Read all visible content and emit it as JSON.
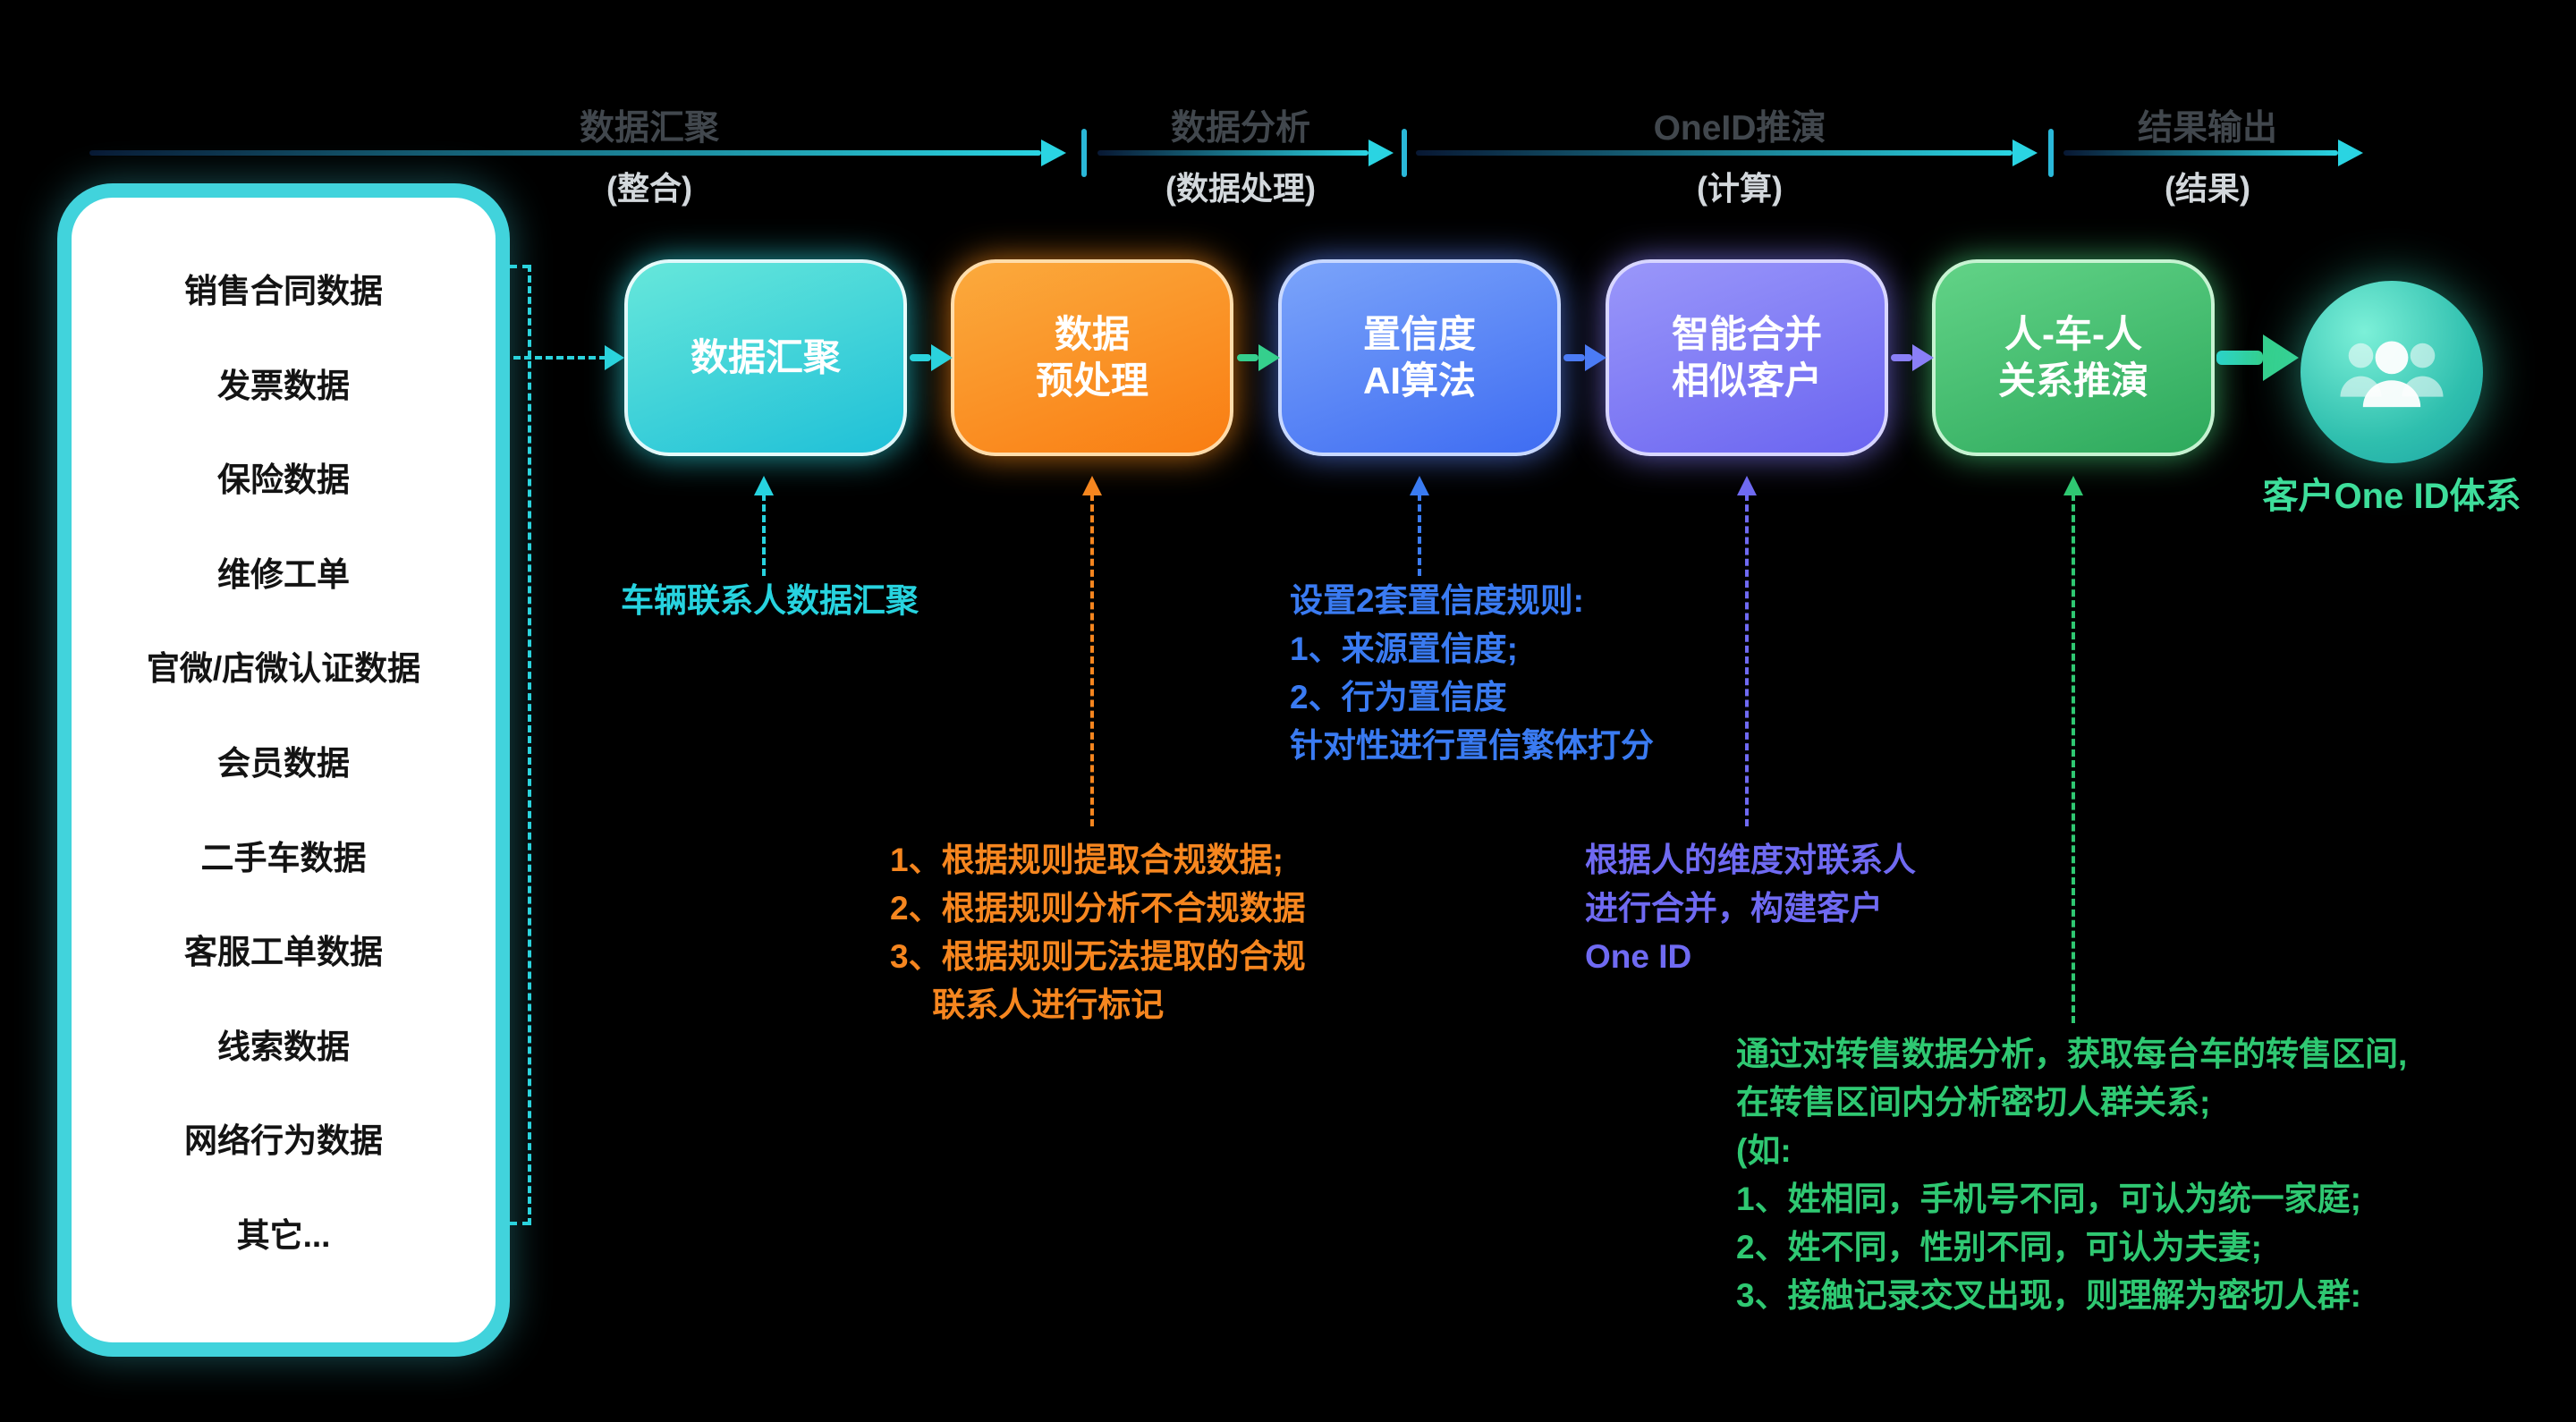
{
  "phases": [
    {
      "title": "数据汇聚",
      "subtitle": "(整合)"
    },
    {
      "title": "数据分析",
      "subtitle": "(数据处理)"
    },
    {
      "title": "OneID推演",
      "subtitle": "(计算)"
    },
    {
      "title": "结果输出",
      "subtitle": "(结果)"
    }
  ],
  "source_panel": {
    "items": [
      "销售合同数据",
      "发票数据",
      "保险数据",
      "维修工单",
      "官微/店微认证数据",
      "会员数据",
      "二手车数据",
      "客服工单数据",
      "线索数据",
      "网络行为数据",
      "其它..."
    ]
  },
  "flow_steps": [
    {
      "name": "数据汇聚",
      "lines": [
        "数据汇聚"
      ]
    },
    {
      "name": "数据预处理",
      "lines": [
        "数据",
        "预处理"
      ]
    },
    {
      "name": "置信度AI算法",
      "lines": [
        "置信度",
        "AI算法"
      ]
    },
    {
      "name": "智能合并相似客户",
      "lines": [
        "智能合并",
        "相似客户"
      ]
    },
    {
      "name": "人-车-人关系推演",
      "lines": [
        "人-车-人",
        "关系推演"
      ]
    }
  ],
  "annotations": [
    {
      "step": "数据汇聚",
      "lines": [
        "车辆联系人数据汇聚"
      ]
    },
    {
      "step": "数据预处理",
      "lines": [
        "1、根据规则提取合规数据;",
        "2、根据规则分析不合规数据",
        "3、根据规则无法提取的合规",
        "　 联系人进行标记"
      ]
    },
    {
      "step": "置信度AI算法",
      "lines": [
        "设置2套置信度规则:",
        "1、来源置信度;",
        "2、行为置信度",
        "针对性进行置信繁体打分"
      ]
    },
    {
      "step": "智能合并相似客户",
      "lines": [
        "根据人的维度对联系人",
        "进行合并，构建客户",
        "One ID"
      ]
    },
    {
      "step": "人-车-人关系推演",
      "lines": [
        "通过对转售数据分析，获取每台车的转售区间,",
        "在转售区间内分析密切人群关系;",
        "(如:",
        "1、姓相同，手机号不同，可认为统一家庭;",
        "2、姓不同，性别不同，可认为夫妻;",
        "3、接触记录交叉出现，则理解为密切人群:"
      ]
    }
  ],
  "result": {
    "label": "客户One ID体系"
  },
  "colors": {
    "background": "#000000",
    "phase_arrow": "#2ad4e2",
    "phase_title": "#41474d",
    "phase_subtitle": "#d3d8dc",
    "panel_border": "#41d3dc",
    "step_cyan": "#1fc0d8",
    "step_orange": "#f97d12",
    "step_blue": "#3e6cf2",
    "step_purple": "#6a64f0",
    "step_green": "#2da95c",
    "note_cyan": "#27d3df",
    "note_orange": "#f6861f",
    "note_blue": "#3a7bf2",
    "note_purple": "#6f6af2",
    "note_green": "#2fc872",
    "result_label": "#3ede9b"
  }
}
